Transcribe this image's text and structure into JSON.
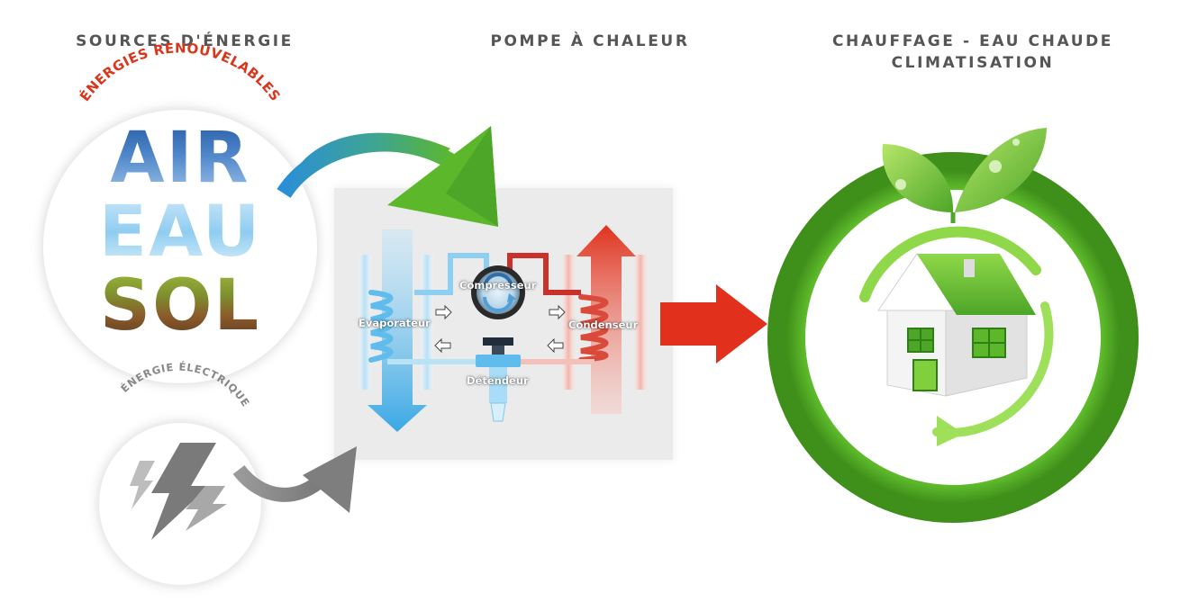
{
  "headings": {
    "sources": "SOURCES D'ÉNERGIE",
    "pompe": "POMPE À CHALEUR",
    "chauffage_line1": "CHAUFFAGE - EAU CHAUDE",
    "chauffage_line2": "CLIMATISATION"
  },
  "sources": {
    "renewable_label": "ÉNERGIES RENOUVELABLES",
    "words": [
      "AIR",
      "EAU",
      "SOL"
    ],
    "electric_label": "ÉNERGIE ÉLECTRIQUE",
    "electric_icon": "lightning-icon"
  },
  "pump": {
    "evaporator": "Evaporateur",
    "compressor": "Compresseur",
    "condenser": "Condenseur",
    "expansion_valve": "Détendeur"
  },
  "result": {
    "icon": "house-icon",
    "leaves_icon": "leaves-icon"
  },
  "colors": {
    "heading": "#555555",
    "renewable_red": "#d9361c",
    "electric_gray": "#888888",
    "cold_blue": "#4fb6ea",
    "hot_red": "#e0321e",
    "green": "#5cb82a",
    "arrow_red": "#e1301c"
  }
}
